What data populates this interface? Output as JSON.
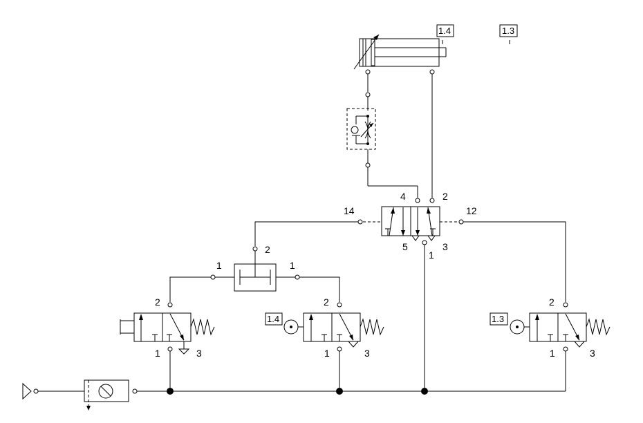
{
  "components": {
    "cylinder": {
      "tag": "1.4"
    },
    "limit_tag": {
      "tag": "1.3"
    },
    "main_valve": {
      "port_4": "4",
      "port_2": "2",
      "port_14": "14",
      "port_12": "12",
      "port_5": "5",
      "port_1": "1",
      "port_3": "3"
    },
    "or_valve": {
      "port_left": "1",
      "port_right": "1",
      "port_out": "2"
    },
    "pushbutton_valve": {
      "port_2": "2",
      "port_1": "1",
      "port_3": "3"
    },
    "roller_valve_mid": {
      "tag": "1.4",
      "port_2": "2",
      "port_1": "1",
      "port_3": "3"
    },
    "roller_valve_right": {
      "tag": "1.3",
      "port_2": "2",
      "port_1": "1",
      "port_3": "3"
    }
  }
}
